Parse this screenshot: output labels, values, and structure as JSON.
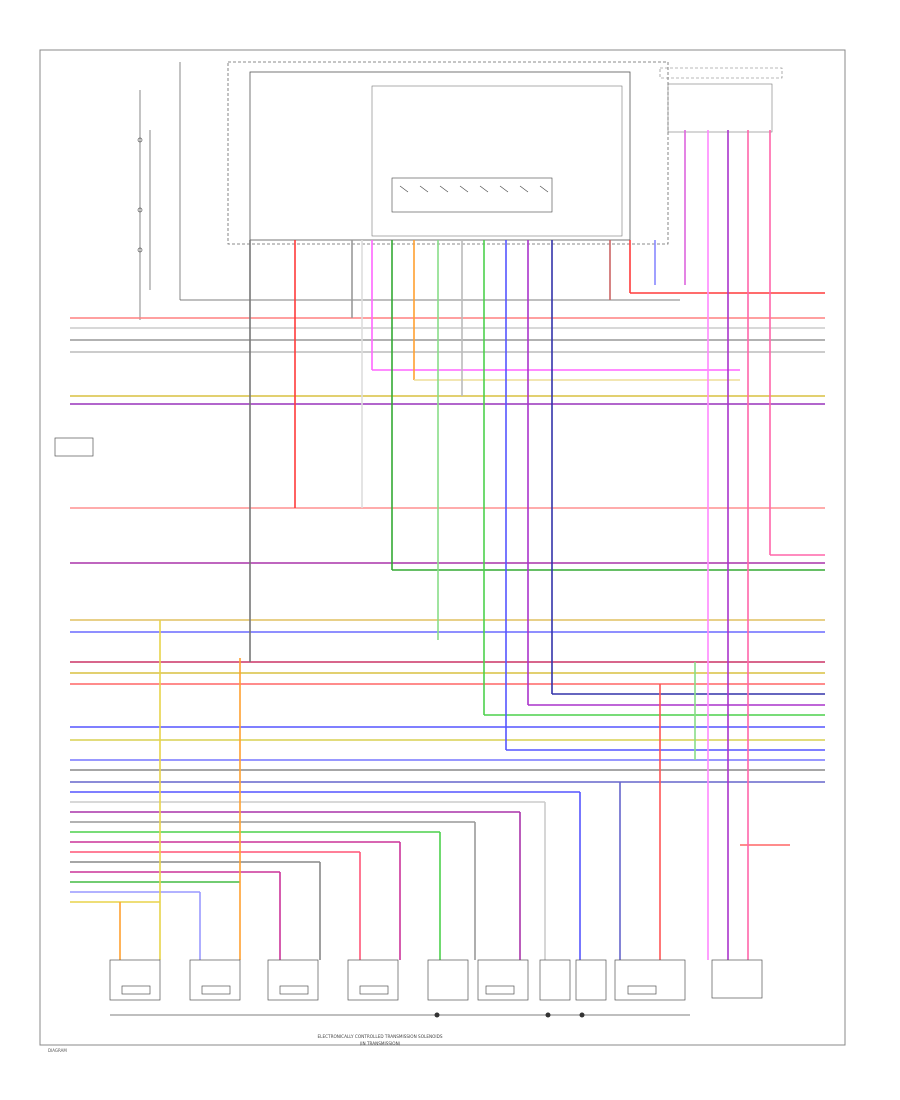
{
  "bottom_caption": {
    "line1": "ELECTRONICALLY CONTROLLED TRANSMISSION SOLENOIDS",
    "line2": "(IN TRANSMISSION)"
  },
  "footer_label": "DIAGRAM",
  "colors": {
    "red": "#ff3b3b",
    "pink": "#ff66aa",
    "magenta": "#ff44ff",
    "purple": "#aa33cc",
    "blue": "#3a3aff",
    "lightblue": "#8aa0ff",
    "green": "#4cd04c",
    "orange": "#ffa030",
    "yellow": "#e8d44a",
    "gray": "#b8b8b8",
    "black": "#555555",
    "frame": "#777777"
  }
}
